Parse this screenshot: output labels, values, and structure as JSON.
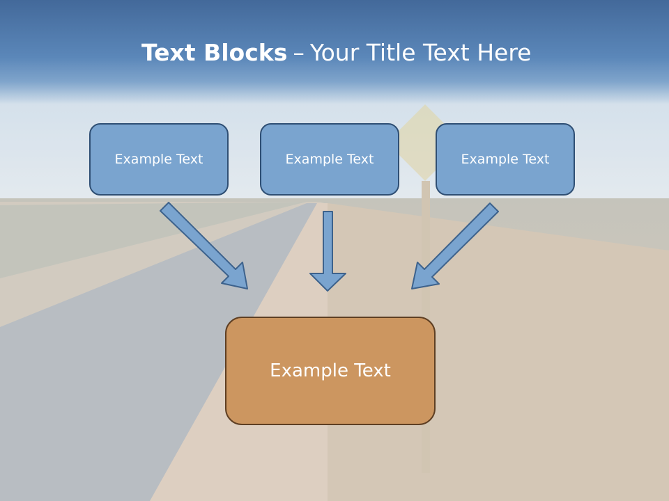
{
  "slide": {
    "title_bold": "Text Blocks",
    "title_dash": "–",
    "title_rest": "Your Title Text Here"
  },
  "diagram": {
    "top_boxes": [
      "Example Text",
      "Example Text",
      "Example Text"
    ],
    "bottom_box": "Example Text"
  },
  "colors": {
    "title_bar": "#4f7aaa",
    "top_box_fill": "#7aa4cf",
    "top_box_border": "#2f4f74",
    "arrow_fill": "#7aa4cf",
    "bottom_box_fill": "#cc9660",
    "bottom_box_border": "#5e3f23"
  },
  "background": {
    "image": "outback-road-kangaroo-sign-photo"
  }
}
